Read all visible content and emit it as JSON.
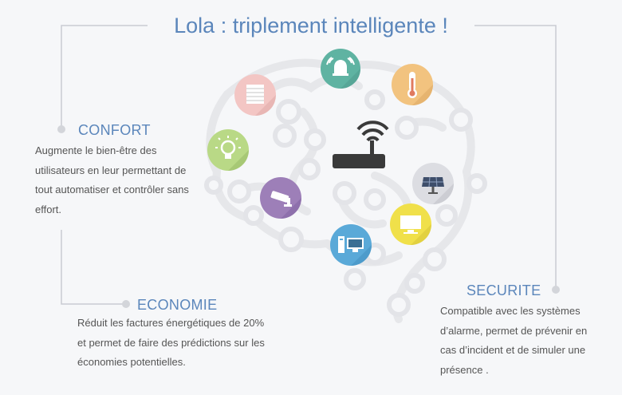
{
  "title": "Lola : triplement intelligente !",
  "sections": {
    "confort": {
      "heading": "CONFORT",
      "lines": [
        "Augmente le bien-être des",
        "utilisateurs en leur permettant de",
        "tout automatiser et contrôler sans",
        "effort."
      ]
    },
    "economie": {
      "heading": "ECONOMIE",
      "lines": [
        "Réduit les factures énergétiques de 20%",
        "et permet de faire des prédictions sur les",
        "économies potentielles."
      ]
    },
    "securite": {
      "heading": "SECURITE",
      "lines": [
        "Compatible avec les systèmes",
        "d’alarme, permet de prévenir en",
        "cas d’incident et de simuler une",
        "présence ."
      ]
    }
  },
  "icons": [
    {
      "name": "alarm-bell-icon",
      "color": "#5fb3a2"
    },
    {
      "name": "thermometer-icon",
      "color": "#f2c37f"
    },
    {
      "name": "shutter-icon",
      "color": "#f3c6c4"
    },
    {
      "name": "light-bulb-icon",
      "color": "#b9d986"
    },
    {
      "name": "security-camera-icon",
      "color": "#9d7fb8"
    },
    {
      "name": "solar-panel-icon",
      "color": "#dcdde2"
    },
    {
      "name": "tv-screen-icon",
      "color": "#f0e04a"
    },
    {
      "name": "desktop-computer-icon",
      "color": "#5aa9d8"
    },
    {
      "name": "wifi-router-icon",
      "color": "#3a3a3a"
    }
  ],
  "colors": {
    "accent": "#5b86bb",
    "text": "#555555",
    "network": "#e8e9ec"
  }
}
